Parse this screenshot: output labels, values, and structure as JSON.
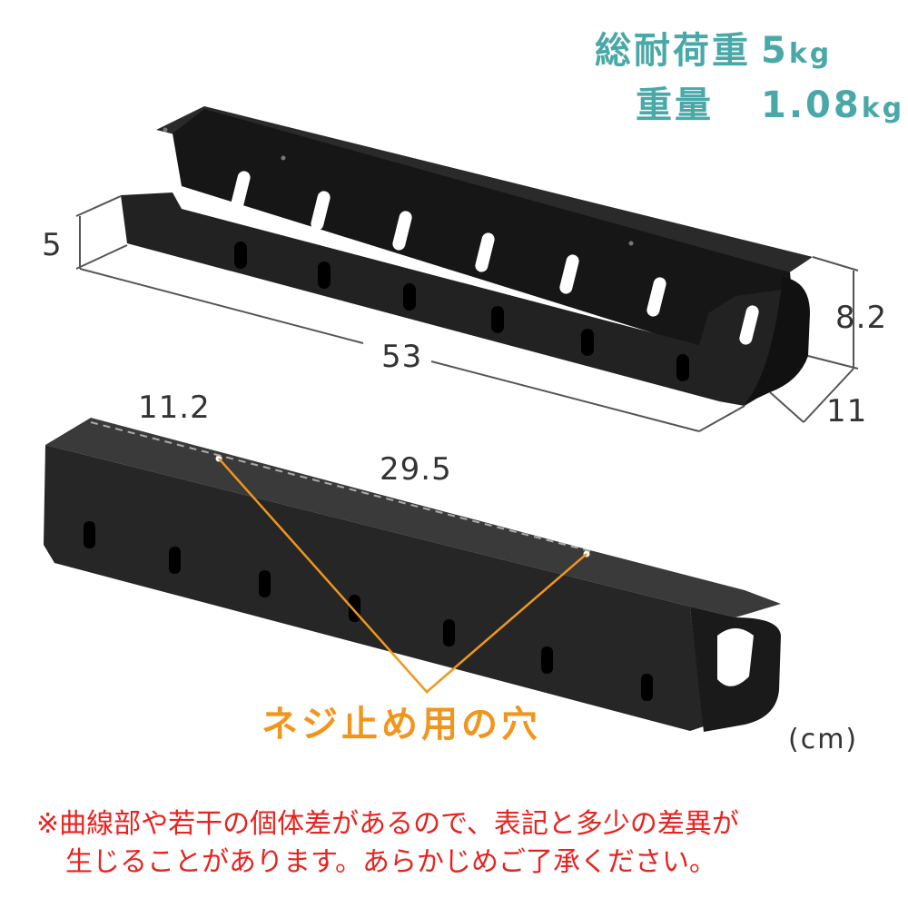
{
  "specs": {
    "load_label": "総耐荷重",
    "load_value": "5",
    "load_unit": "kg",
    "weight_label": "重量",
    "weight_value": "1.08",
    "weight_unit": "kg"
  },
  "dimensions": {
    "height": "5",
    "length": "53",
    "depth": "8.2",
    "width": "11",
    "hole_edge": "11.2",
    "hole_spacing": "29.5",
    "unit": "(cm)"
  },
  "callout": {
    "screw_holes": "ネジ止め用の穴"
  },
  "note": {
    "line1": "※曲線部や若干の個体差があるので、表記と多少の差異が",
    "line2": "生じることがあります。あらかじめご了承ください。"
  },
  "colors": {
    "teal": "#4aa8a8",
    "orange": "#f0961e",
    "red": "#e8231f",
    "product": "#1f1f1f",
    "line": "#555555"
  }
}
